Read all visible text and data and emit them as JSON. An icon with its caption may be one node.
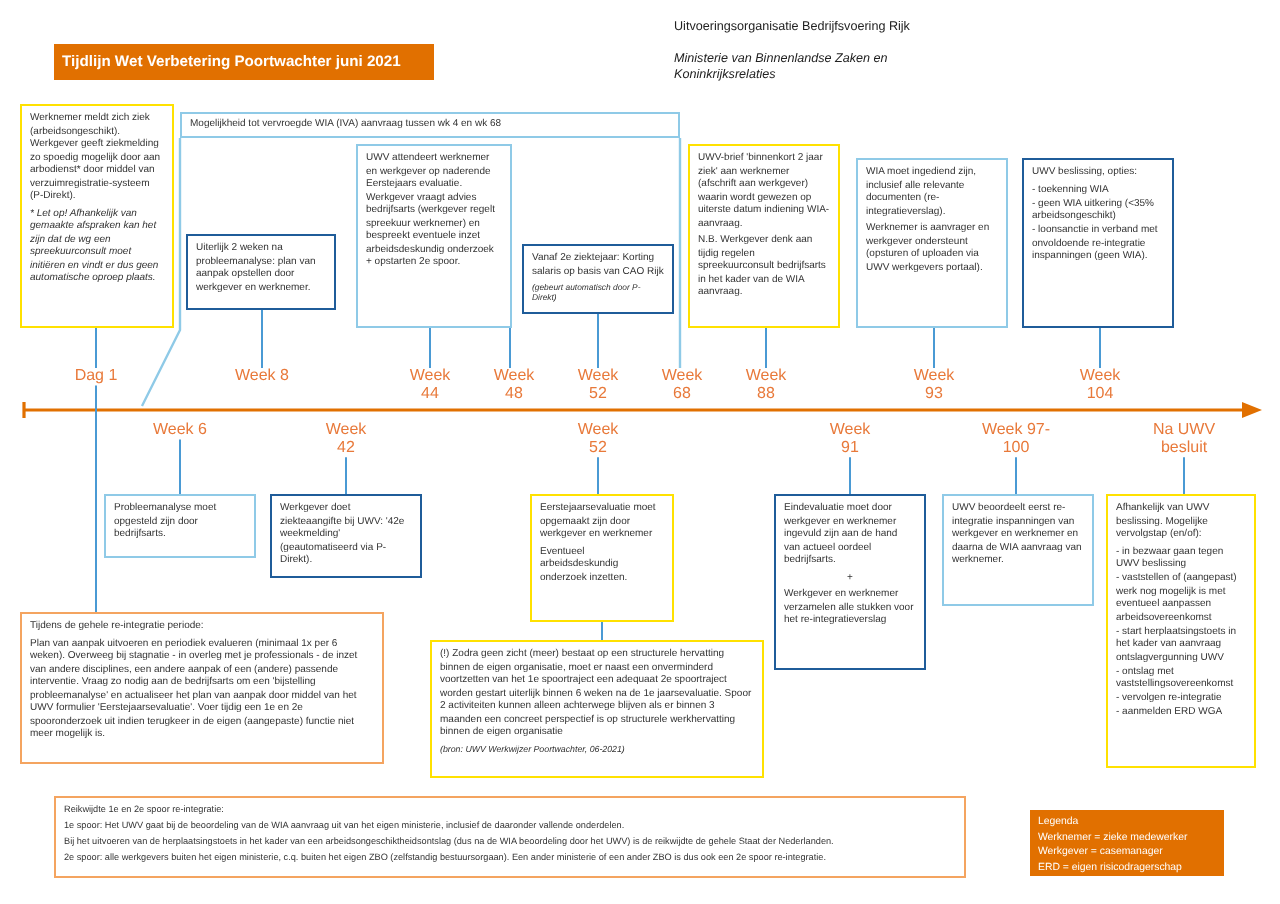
{
  "diagram": {
    "title": "Tijdlijn Wet Verbetering Poortwachter juni 2021",
    "nodes": [
      {
        "text": [
          "Werknemer meldt zich ziek (arbeidsongeschikt). Werkgever geeft ziekmelding zo spoedig mogelijk door aan arbodienst* door middel van verzuimregistratie-systeem (P-Direkt).",
          "* Let op! Afhankelijk van gemaakte afspraken kan het zijn dat de wg een spreekuurconsult moet initiëren en vindt er dus geen automatische oproep plaats."
        ]
      },
      {
        "text": [
          "Mogelijkheid tot vervroegde WIA (IVA) aanvraag tussen wk 4 en wk 68"
        ]
      },
      {
        "text": [
          "Uiterlijk 2 weken na probleemanalyse: plan van aanpak opstellen door werkgever en werknemer."
        ]
      },
      {
        "text": [
          "UWV attendeert werknemer en werkgever op naderende Eerstejaars evaluatie. Werkgever vraagt advies bedrijfsarts (werkgever regelt spreekuur werknemer) en bespreekt eventuele inzet arbeidsdeskundig onderzoek + opstarten 2e spoor."
        ]
      },
      {
        "text": [
          "Vanaf 2e ziektejaar: Korting salaris op basis van CAO Rijk",
          "(gebeurt automatisch door P-Direkt)"
        ]
      },
      {
        "text": [
          "UWV-brief 'binnenkort 2 jaar ziek' aan werknemer (afschrift aan werkgever) waarin wordt gewezen op uiterste datum indiening WIA-aanvraag.",
          "N.B. Werkgever denk aan tijdig regelen spreekuurconsult bedrijfsarts in het kader van de WIA aanvraag."
        ]
      },
      {
        "text": [
          "WIA moet ingediend zijn, inclusief alle relevante documenten (re-integratieverslag).",
          "Werknemer is aanvrager en werkgever ondersteunt (opsturen of uploaden via UWV werkgevers portaal)."
        ]
      },
      {
        "text": [
          "UWV beslissing, opties:",
          "- toekenning WIA",
          "- geen WIA uitkering (<35% arbeidsongeschikt)",
          "- loonsanctie in verband met onvoldoende re-integratie inspanningen (geen WIA)."
        ]
      },
      {
        "text": [
          "Dag 1"
        ]
      },
      {
        "text": [
          "Week 8"
        ]
      },
      {
        "text": [
          "Week 44"
        ]
      },
      {
        "text": [
          "Week 48"
        ]
      },
      {
        "text": [
          "Week 52"
        ]
      },
      {
        "text": [
          "Week 68"
        ]
      },
      {
        "text": [
          "Week 88"
        ]
      },
      {
        "text": [
          "Week 93"
        ]
      },
      {
        "text": [
          "Week 104"
        ]
      },
      {
        "text": [
          "Week 6"
        ]
      },
      {
        "text": [
          "Week 42"
        ]
      },
      {
        "text": [
          "Week 52"
        ]
      },
      {
        "text": [
          "Week 91"
        ]
      },
      {
        "text": [
          "Week 97-100"
        ]
      },
      {
        "text": [
          "Na UWV besluit"
        ]
      },
      {
        "text": [
          "Probleemanalyse moet opgesteld zijn door bedrijfsarts."
        ]
      },
      {
        "text": [
          "Werkgever doet ziekteaangifte bij UWV: '42e weekmelding' (geautomatiseerd via P-Direkt)."
        ]
      },
      {
        "text": [
          "Eerstejaarsevaluatie moet opgemaakt zijn door werkgever en werknemer",
          "Eventueel arbeidsdeskundig onderzoek inzetten."
        ]
      },
      {
        "text": [
          "Eindevaluatie moet door werkgever en werknemer ingevuld zijn aan de hand van actueel oordeel bedrijfsarts.",
          "+",
          "Werkgever en werknemer verzamelen alle stukken voor het re-integratieverslag"
        ]
      },
      {
        "text": [
          "UWV beoordeelt eerst re-integratie inspanningen van werkgever en werknemer en daarna de WIA aanvraag van werknemer."
        ]
      },
      {
        "text": [
          "Afhankelijk van UWV beslissing. Mogelijke vervolgstap (en/of):",
          "- in bezwaar gaan tegen UWV beslissing",
          "- vaststellen of (aangepast) werk nog mogelijk is met eventueel aanpassen arbeidsovereenkomst",
          "- start herplaatsingstoets in het kader van aanvraag ontslagvergunning UWV",
          "- ontslag met vaststellingsovereenkomst",
          "- vervolgen re-integratie",
          "- aanmelden ERD WGA"
        ]
      },
      {
        "text": [
          "Tijdens de gehele re-integratie periode:",
          "Plan van aanpak uitvoeren en periodiek evalueren (minimaal 1x per 6 weken). Overweeg bij stagnatie - in overleg met je professionals - de inzet van andere disciplines, een andere aanpak of een (andere) passende interventie. Vraag zo nodig aan de bedrijfsarts om een 'bijstelling probleemanalyse' en actualiseer het plan van aanpak door middel van het UWV formulier 'Eerstejaarsevaluatie'. Voer tijdig een 1e en 2e spooronderzoek uit indien terugkeer in de eigen (aangepaste) functie niet meer mogelijk is."
        ]
      },
      {
        "text": [
          "(!) Zodra geen zicht (meer) bestaat op een structurele hervatting binnen de eigen organisatie, moet er naast een onverminderd voortzetten van het 1e spoortraject een adequaat 2e spoortraject worden gestart uiterlijk binnen 6 weken na de 1e jaarsevaluatie. Spoor 2 activiteiten kunnen alleen achterwege blijven als er binnen 3 maanden een concreet perspectief is op structurele werkhervatting binnen de eigen organisatie",
          "(bron: UWV Werkwijzer Poortwachter, 06-2021)"
        ]
      },
      {
        "text": [
          "Reikwijdte 1e en 2e spoor re-integratie:",
          "1e spoor: Het UWV gaat bij de beoordeling van de WIA aanvraag uit van het eigen ministerie, inclusief de daaronder vallende onderdelen.",
          "Bij het uitvoeren van de herplaatsingstoets in het kader van een arbeidsongeschiktheidsontslag (dus na de WIA beoordeling door het UWV) is de reikwijdte de gehele Staat der Nederlanden.",
          "2e spoor: alle werkgevers buiten het eigen ministerie, c.q. buiten het eigen ZBO (zelfstandig bestuursorgaan). Een ander ministerie of een ander ZBO is dus ook een 2e spoor re-integratie."
        ]
      },
      {
        "text": [
          "Legenda",
          "Werknemer = zieke medewerker",
          "Werkgever = casemanager",
          "ERD = eigen risicodragerschap"
        ]
      }
    ],
    "edges": [
      {
        "from": 8,
        "to": 0,
        "arrow": "none"
      },
      {
        "from": 9,
        "to": 2,
        "arrow": "none"
      },
      {
        "from": 10,
        "to": 3,
        "arrow": "none"
      },
      {
        "from": 3,
        "to": 11,
        "arrow": "none"
      },
      {
        "from": 12,
        "to": 4,
        "arrow": "none"
      },
      {
        "from": 14,
        "to": 5,
        "arrow": "none"
      },
      {
        "from": 15,
        "to": 6,
        "arrow": "none"
      },
      {
        "from": 16,
        "to": 7,
        "arrow": "none"
      },
      {
        "from": 8,
        "to": 29,
        "arrow": "none"
      },
      {
        "from": 17,
        "to": 23,
        "arrow": "none"
      },
      {
        "from": 18,
        "to": 24,
        "arrow": "none"
      },
      {
        "from": 19,
        "to": 25,
        "arrow": "none"
      },
      {
        "from": 25,
        "to": 30,
        "arrow": "none"
      },
      {
        "from": 20,
        "to": 26,
        "arrow": "none"
      },
      {
        "from": 21,
        "to": 27,
        "arrow": "none"
      },
      {
        "from": 22,
        "to": 28,
        "arrow": "none"
      }
    ],
    "labels": [
      "Uitvoeringsorganisatie Bedrijfsvoering Rijk",
      "Ministerie van Binnenlandse Zaken en Koninkrijksrelaties"
    ]
  }
}
